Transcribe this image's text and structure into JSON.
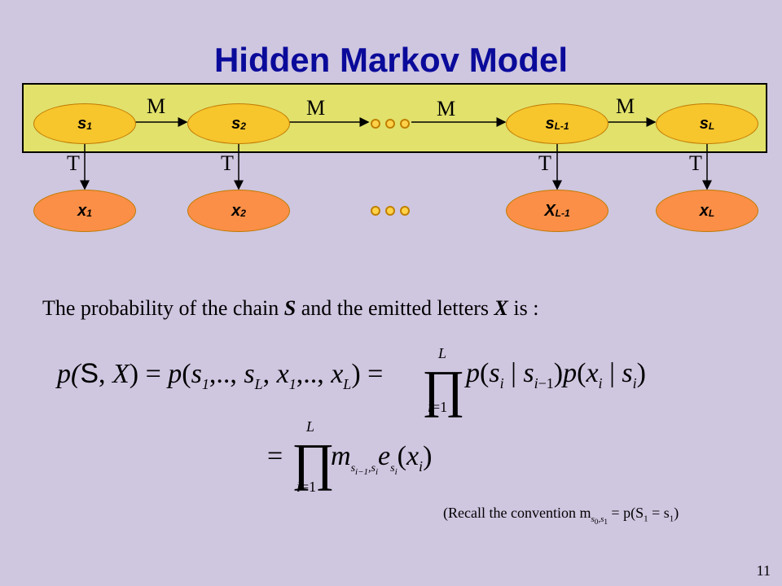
{
  "slide": {
    "title": "Hidden Markov Model",
    "page_number": "11"
  },
  "diagram": {
    "states": [
      {
        "base": "s",
        "sub": "1"
      },
      {
        "base": "s",
        "sub": "2"
      },
      {
        "base": "s",
        "sub": "L-1"
      },
      {
        "base": "s",
        "sub": "L"
      }
    ],
    "observations": [
      {
        "base": "x",
        "sub": "1"
      },
      {
        "base": "x",
        "sub": "2"
      },
      {
        "base": "X",
        "sub": "L-1"
      },
      {
        "base": "x",
        "sub": "L"
      }
    ],
    "transition_label": "M",
    "emission_label": "T",
    "colors": {
      "background": "#cfc6e0",
      "band": "#e1e16c",
      "state": "#f7c52c",
      "observation": "#fb8f47",
      "title": "#0a0a9a"
    }
  },
  "text": {
    "pre": "The probability of the chain ",
    "s": "S",
    "mid": " and the emitted letters ",
    "x": "X",
    "post": " is :"
  },
  "formula": {
    "line1_lhs": "p(S, X) = p(s",
    "recall": "(Recall the convention m",
    "recall_end": " = p(S",
    "recall_tail": " = s"
  }
}
